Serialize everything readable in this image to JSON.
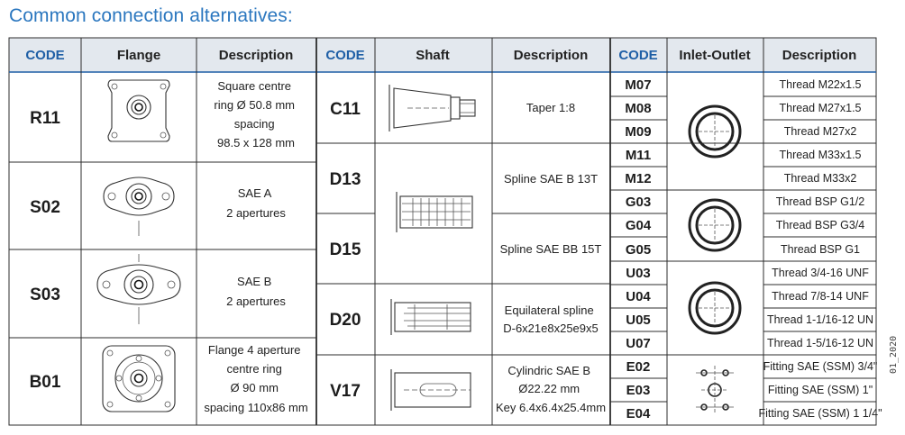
{
  "title": "Common connection alternatives:",
  "side_note": "01_2020",
  "headers": {
    "code1": "CODE",
    "flange": "Flange",
    "desc1": "Description",
    "code2": "CODE",
    "shaft": "Shaft",
    "desc2": "Description",
    "code3": "CODE",
    "inlet_outlet": "Inlet-Outlet",
    "desc3": "Description"
  },
  "flanges": [
    {
      "code": "R11",
      "description": [
        "Square centre",
        "ring Ø 50.8 mm",
        "spacing",
        "98.5 x 128 mm"
      ],
      "icon": "square-flange-drawing"
    },
    {
      "code": "S02",
      "description": [
        "SAE A",
        "2 apertures"
      ],
      "icon": "sae-a-flange-drawing"
    },
    {
      "code": "S03",
      "description": [
        "SAE B",
        "2 apertures"
      ],
      "icon": "sae-b-flange-drawing"
    },
    {
      "code": "B01",
      "description": [
        "Flange 4 aperture",
        "centre ring",
        "Ø 90 mm",
        "spacing 110x86 mm"
      ],
      "icon": "four-aperture-flange-drawing"
    }
  ],
  "shafts": [
    {
      "code": "C11",
      "description": [
        "Taper 1:8"
      ],
      "icon": "taper-shaft-drawing"
    },
    {
      "code": "D13",
      "description": [
        "Spline SAE B 13T"
      ],
      "icon": "spline-shaft-drawing"
    },
    {
      "code": "D15",
      "description": [
        "Spline SAE BB 15T"
      ],
      "icon": "spline-shaft-drawing"
    },
    {
      "code": "D20",
      "description": [
        "Equilateral spline",
        "D-6x21e8x25e9x5"
      ],
      "icon": "equilateral-spline-shaft-drawing"
    },
    {
      "code": "V17",
      "description": [
        "Cylindric SAE B",
        "Ø22.22 mm",
        "Key 6.4x6.4x25.4mm"
      ],
      "icon": "cylindric-key-shaft-drawing"
    }
  ],
  "ports": [
    {
      "code": "M07",
      "description": "Thread M22x1.5"
    },
    {
      "code": "M08",
      "description": "Thread M27x1.5"
    },
    {
      "code": "M09",
      "description": "Thread M27x2"
    },
    {
      "code": "M11",
      "description": "Thread M33x1.5"
    },
    {
      "code": "M12",
      "description": "Thread M33x2"
    },
    {
      "code": "G03",
      "description": "Thread BSP G1/2"
    },
    {
      "code": "G04",
      "description": "Thread BSP G3/4"
    },
    {
      "code": "G05",
      "description": "Thread BSP G1"
    },
    {
      "code": "U03",
      "description": "Thread 3/4-16 UNF"
    },
    {
      "code": "U04",
      "description": "Thread 7/8-14 UNF"
    },
    {
      "code": "U05",
      "description": "Thread 1-1/16-12 UN"
    },
    {
      "code": "U07",
      "description": "Thread 1-5/16-12 UN"
    },
    {
      "code": "E02",
      "description": "Fitting SAE (SSM) 3/4\""
    },
    {
      "code": "E03",
      "description": "Fitting SAE (SSM) 1\""
    },
    {
      "code": "E04",
      "description": "Fitting SAE (SSM) 1 1/4\""
    }
  ],
  "colors": {
    "title": "#2b77bf",
    "header_code": "#1f5fa6",
    "header_bg": "#e3e8ee",
    "border_blue": "#1f5fa6"
  }
}
